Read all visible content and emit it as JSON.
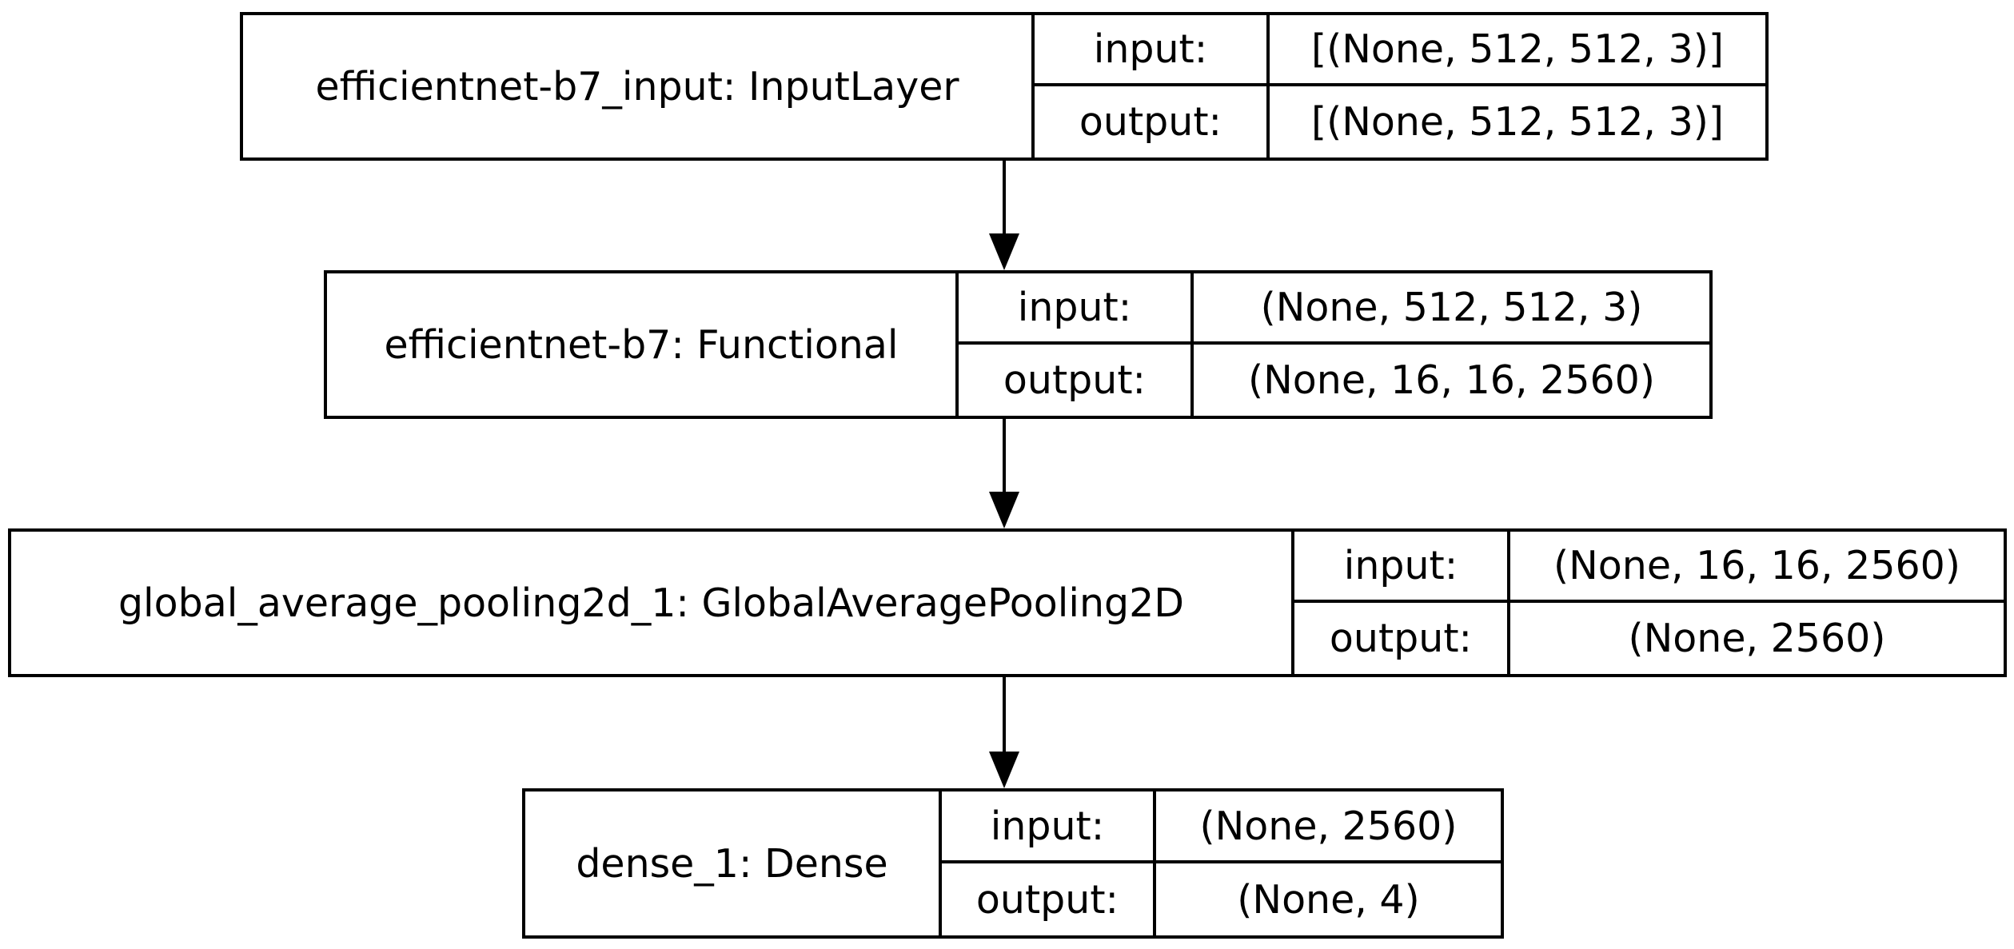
{
  "diagram": {
    "type": "keras-model-plot",
    "background_color": "#ffffff",
    "border_color": "#000000",
    "text_color": "#000000"
  },
  "nodes": [
    {
      "name": "efficientnet-b7_input: InputLayer",
      "input_label": "input:",
      "output_label": "output:",
      "input_value": "[(None, 512, 512, 3)]",
      "output_value": "[(None, 512, 512, 3)]"
    },
    {
      "name": "efficientnet-b7: Functional",
      "input_label": "input:",
      "output_label": "output:",
      "input_value": "(None, 512, 512, 3)",
      "output_value": "(None, 16, 16, 2560)"
    },
    {
      "name": "global_average_pooling2d_1: GlobalAveragePooling2D",
      "input_label": "input:",
      "output_label": "output:",
      "input_value": "(None, 16, 16, 2560)",
      "output_value": "(None, 2560)"
    },
    {
      "name": "dense_1: Dense",
      "input_label": "input:",
      "output_label": "output:",
      "input_value": "(None, 2560)",
      "output_value": "(None, 4)"
    }
  ],
  "edges": [
    {
      "from": "efficientnet-b7_input: InputLayer",
      "to": "efficientnet-b7: Functional"
    },
    {
      "from": "efficientnet-b7: Functional",
      "to": "global_average_pooling2d_1: GlobalAveragePooling2D"
    },
    {
      "from": "global_average_pooling2d_1: GlobalAveragePooling2D",
      "to": "dense_1: Dense"
    }
  ]
}
